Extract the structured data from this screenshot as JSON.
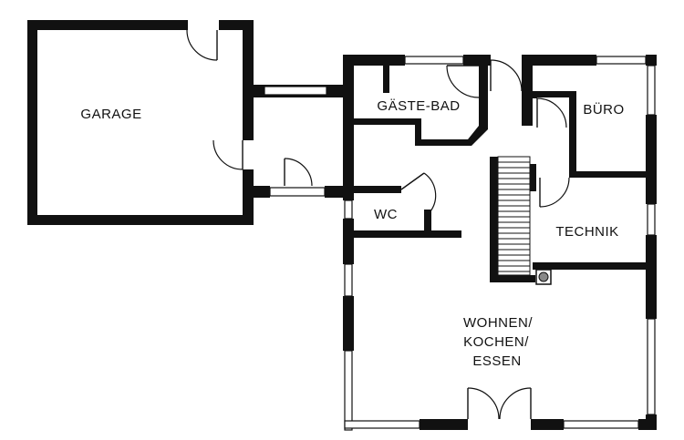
{
  "rooms": {
    "garage": "GARAGE",
    "gaeste_bad": "GÄSTE-BAD",
    "buero": "BÜRO",
    "wc": "WC",
    "technik": "TECHNIK",
    "wohnen_line1": "WOHNEN/",
    "wohnen_line2": "KOCHEN/",
    "wohnen_line3": "ESSEN"
  },
  "colors": {
    "wall": "#111111",
    "background": "#ffffff"
  }
}
